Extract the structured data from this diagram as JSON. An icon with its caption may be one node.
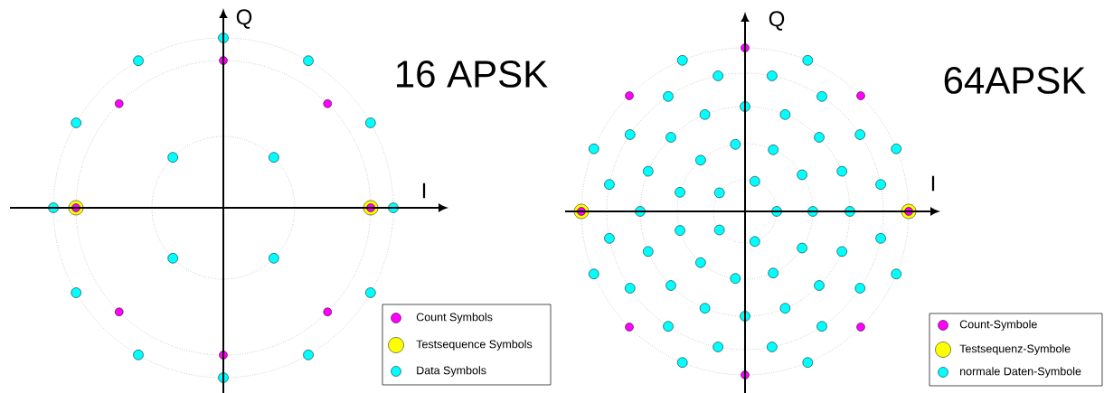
{
  "diagram": {
    "labels": [
      "Q",
      "I",
      "16 APSK",
      "Q",
      "I",
      "64APSK"
    ],
    "legend": [
      {
        "text": "Count Symbols",
        "color": "#ff00ff"
      },
      {
        "text": "Testsequence  Symbols",
        "color": "#ffff00"
      },
      {
        "text": "Data Symbols",
        "color": "#00ffff"
      },
      {
        "text": "Count-Symbole",
        "color": "#ff00ff"
      },
      {
        "text": "Testsequenz-Symbole",
        "color": "#ffff00"
      },
      {
        "text": "normale Daten-Symbole",
        "color": "#00ffff"
      }
    ]
  }
}
